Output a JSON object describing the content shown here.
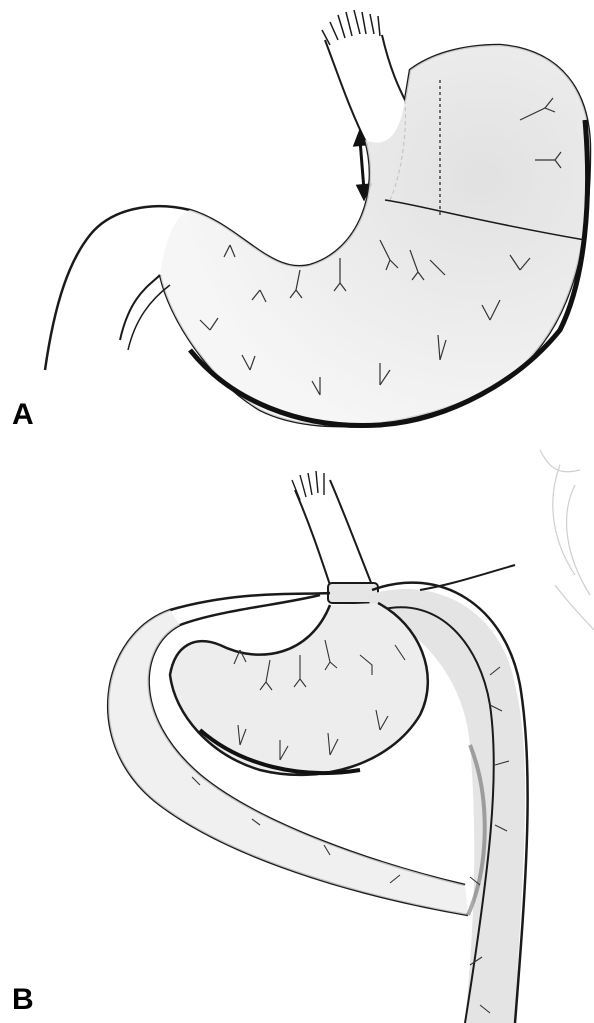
{
  "panels": [
    {
      "id": "A",
      "label": "A"
    },
    {
      "id": "B",
      "label": "B"
    }
  ],
  "colors": {
    "line": "#1a1a1a",
    "shade": "#d9d9d9",
    "faint": "#cfcfcf"
  }
}
